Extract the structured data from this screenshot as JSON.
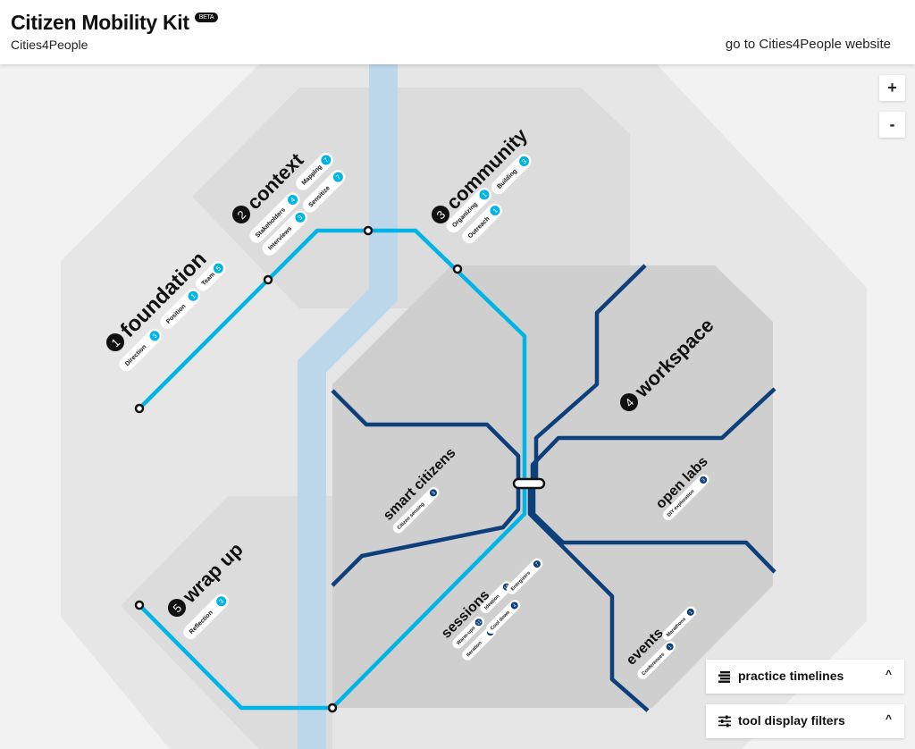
{
  "header": {
    "title": "Citizen Mobility Kit",
    "badge": "BETA",
    "subtitle": "Cities4People",
    "site_link": "go to Cities4People website"
  },
  "zoom": {
    "in": "+",
    "out": "-"
  },
  "panels": [
    {
      "label": "practice timelines",
      "icon": "timeline-stack-icon",
      "chevron": "^"
    },
    {
      "label": "tool display filters",
      "icon": "sliders-icon",
      "chevron": "^"
    }
  ],
  "colors": {
    "primary_line": "#00b4e6",
    "workspace_line": "#0d3f7a",
    "river": "#bcd6ea"
  },
  "sections": [
    {
      "number": "1",
      "title": "foundation",
      "tools": [
        {
          "label": "Direction",
          "count": "3"
        },
        {
          "label": "Position",
          "count": "1"
        },
        {
          "label": "Team",
          "count": "5"
        }
      ]
    },
    {
      "number": "2",
      "title": "context",
      "tools": [
        {
          "label": "Stakeholders",
          "count": "4"
        },
        {
          "label": "Interviews",
          "count": "3"
        },
        {
          "label": "Mapping",
          "count": "7"
        },
        {
          "label": "Sensitize",
          "count": "7"
        }
      ]
    },
    {
      "number": "3",
      "title": "community",
      "tools": [
        {
          "label": "Organizing",
          "count": "1"
        },
        {
          "label": "Outreach",
          "count": "1"
        },
        {
          "label": "Building",
          "count": "3"
        }
      ]
    },
    {
      "number": "4",
      "title": "workspace",
      "tools": []
    },
    {
      "number": "5",
      "title": "wrap up",
      "tools": [
        {
          "label": "Reflection",
          "count": "3"
        }
      ]
    },
    {
      "number": "",
      "title": "smart citizens",
      "tools": [
        {
          "label": "Citizen sensing",
          "count": "3"
        }
      ]
    },
    {
      "number": "",
      "title": "open labs",
      "tools": [
        {
          "label": "DIY exploration",
          "count": "3"
        }
      ]
    },
    {
      "number": "",
      "title": "sessions",
      "tools": [
        {
          "label": "Warm-ups",
          "count": "11"
        },
        {
          "label": "Iteration",
          "count": "3"
        },
        {
          "label": "Ideation",
          "count": "13"
        },
        {
          "label": "Cool down",
          "count": "4"
        },
        {
          "label": "Energizers",
          "count": "7"
        }
      ]
    },
    {
      "number": "",
      "title": "events",
      "tools": [
        {
          "label": "Conferences",
          "count": "1"
        },
        {
          "label": "Marathons",
          "count": "1"
        }
      ]
    }
  ]
}
